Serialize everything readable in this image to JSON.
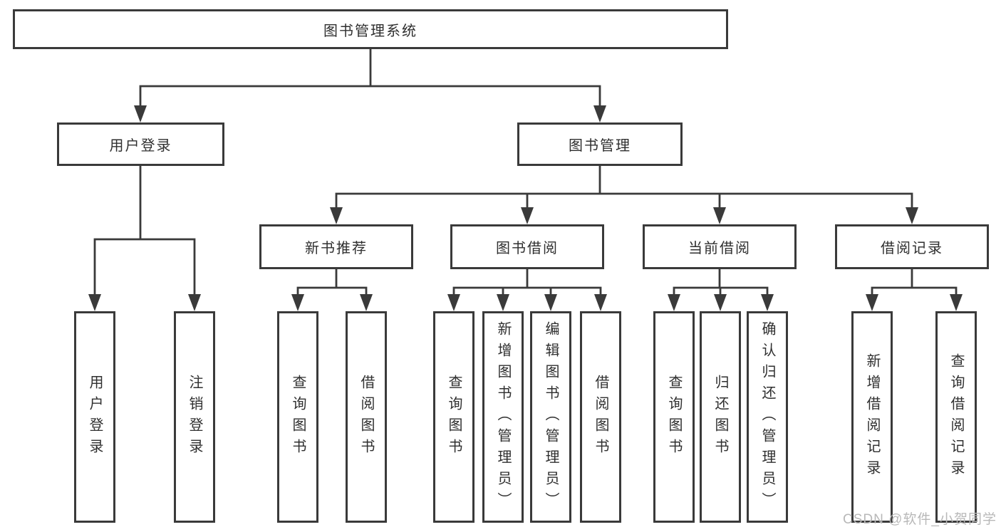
{
  "diagram": {
    "nodes": {
      "root": {
        "label": "图书管理系统"
      },
      "user_login": {
        "label": "用户登录"
      },
      "book_mgmt": {
        "label": "图书管理"
      },
      "new_book": {
        "label": "新书推荐"
      },
      "book_borrow": {
        "label": "图书借阅"
      },
      "current_borrow": {
        "label": "当前借阅"
      },
      "borrow_records": {
        "label": "借阅记录"
      },
      "leaf_login": {
        "label": "用户登录"
      },
      "leaf_logout": {
        "label": "注销登录"
      },
      "leaf_nb_query": {
        "label": "查询图书"
      },
      "leaf_nb_borrow": {
        "label": "借阅图书"
      },
      "leaf_bb_query": {
        "label": "查询图书"
      },
      "leaf_bb_add": {
        "label": "新增图书（管理员）"
      },
      "leaf_bb_edit": {
        "label": "编辑图书（管理员）"
      },
      "leaf_bb_borrow": {
        "label": "借阅图书"
      },
      "leaf_cb_query": {
        "label": "查询图书"
      },
      "leaf_cb_return": {
        "label": "归还图书"
      },
      "leaf_cb_confirm": {
        "label": "确认归还（管理员）"
      },
      "leaf_br_add": {
        "label": "新增借阅记录"
      },
      "leaf_br_query": {
        "label": "查询借阅记录"
      }
    }
  },
  "watermark": {
    "text": "CSDN @软件_小贺同学"
  },
  "colors": {
    "line": "#3a3a3a",
    "text": "#2f2f2f",
    "background": "#ffffff",
    "watermark": "#b8b8b8"
  }
}
